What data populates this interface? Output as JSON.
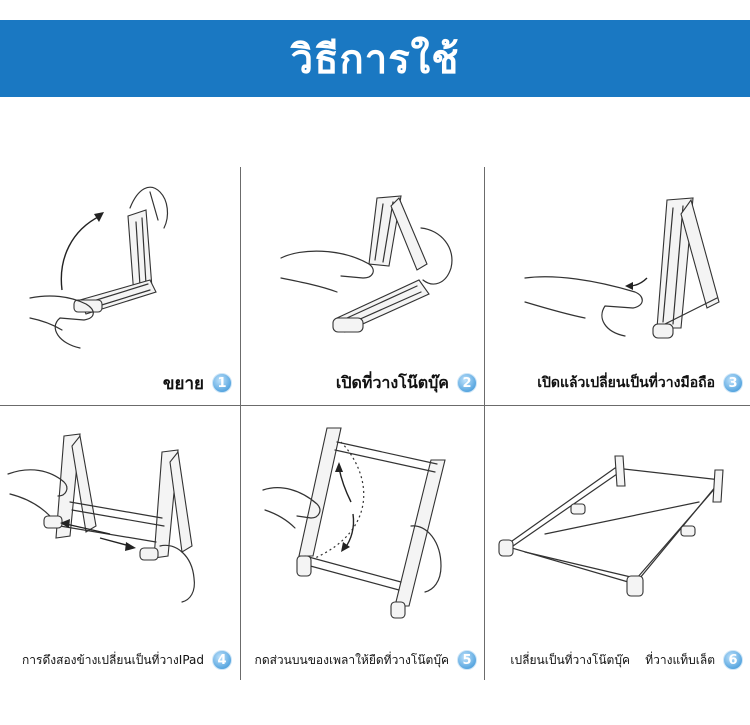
{
  "header": {
    "title": "วิธีการใช้",
    "background_color": "#1a78c2",
    "text_color": "#ffffff"
  },
  "steps": [
    {
      "number": "1",
      "caption": "ขยาย"
    },
    {
      "number": "2",
      "caption": "เปิดที่วางโน๊ตบุ๊ค"
    },
    {
      "number": "3",
      "caption": "เปิดแล้วเปลี่ยนเป็นที่วางมือถือ"
    },
    {
      "number": "4",
      "caption": "การดึงสองข้างเปลี่ยนเป็นที่วางIPad"
    },
    {
      "number": "5",
      "caption": "กดส่วนบนของเพลาให้ยืดที่วางโน๊ตบุ๊ค"
    },
    {
      "number": "6",
      "caption": "เปลี่ยนเป็นที่วางโน๊ตบุ๊ค    ที่วางแท็บเล็ต"
    }
  ],
  "colors": {
    "badge": "#5aa7e0",
    "grid_lines": "#6b6b6b"
  },
  "icons": {
    "step_badge": "numbered-circle-icon"
  }
}
